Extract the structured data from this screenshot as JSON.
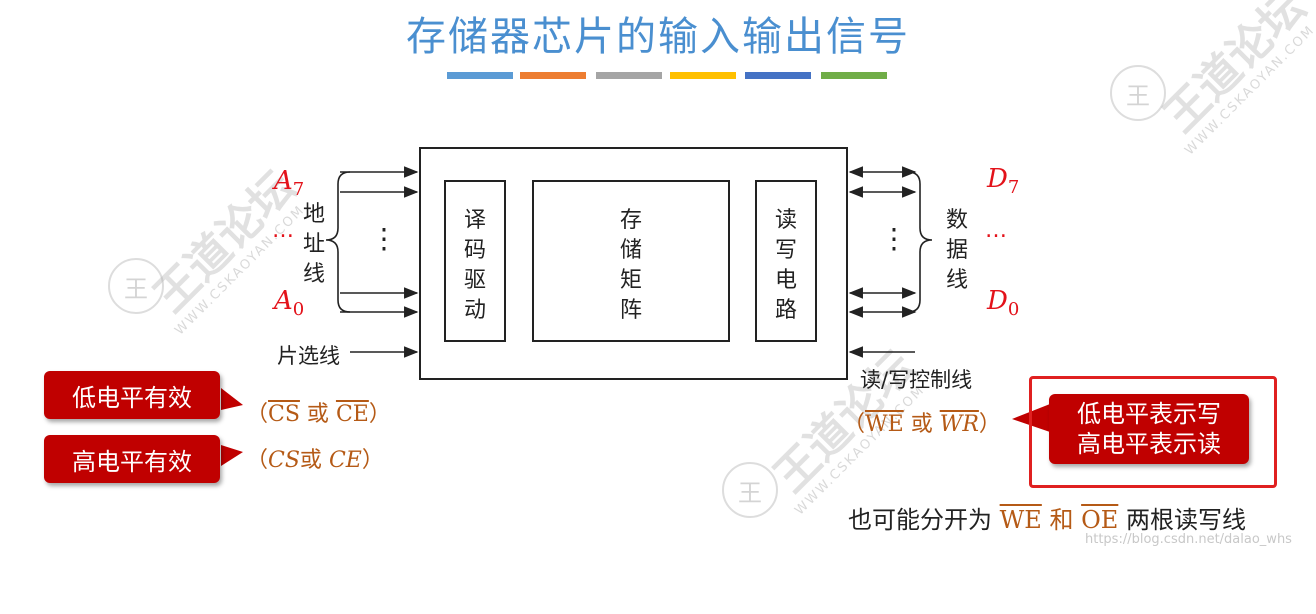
{
  "title": "存储器芯片的输入输出信号",
  "title_stripe_colors": [
    "#5b9bd5",
    "#ed7d31",
    "#a5a5a5",
    "#ffc000",
    "#4472c4",
    "#70ad47"
  ],
  "watermark": {
    "brand": "王道论坛",
    "site": "WWW.CSKAOYAN.COM",
    "seal_char": "王"
  },
  "diagram": {
    "address_top_label": "A7",
    "address_top_base": "A",
    "address_top_sub": "7",
    "address_bottom_base": "A",
    "address_bottom_sub": "0",
    "address_dots": "…",
    "address_line_label": [
      "地",
      "址",
      "线"
    ],
    "data_top_base": "D",
    "data_top_sub": "7",
    "data_bottom_base": "D",
    "data_bottom_sub": "0",
    "data_dots": "…",
    "data_line_label": [
      "数",
      "据",
      "线"
    ],
    "vertical_ellipsis": "⋮",
    "decoder": [
      "译",
      "码",
      "驱",
      "动"
    ],
    "matrix": [
      "存",
      "储",
      "矩",
      "阵"
    ],
    "rw_circuit": [
      "读",
      "写",
      "电",
      "路"
    ],
    "chip_select_label": "片选线",
    "rw_control_label": "读/写控制线"
  },
  "chip_select": {
    "paren_open": "（",
    "cs": "CS",
    "or": "或",
    "ce": "CE",
    "paren_close": "）",
    "low_callout": "低电平有效",
    "high_callout": "高电平有效",
    "cs_plain": "CS",
    "ce_plain": "CE"
  },
  "rw_control": {
    "paren_open": "（",
    "we": "WE",
    "or": "或",
    "wr": "WR",
    "paren_close": "）",
    "callout_line1": "低电平表示写",
    "callout_line2": "高电平表示读"
  },
  "footnote": {
    "prefix": "也可能分开为",
    "we": "WE",
    "and": "和",
    "oe": "OE",
    "suffix": "两根读写线"
  },
  "credit": "https://blog.csdn.net/dalao_whs",
  "colors": {
    "title": "#4a8fd0",
    "red_label": "#e3121a",
    "orange": "#b55a16",
    "callout": "#c00000"
  }
}
